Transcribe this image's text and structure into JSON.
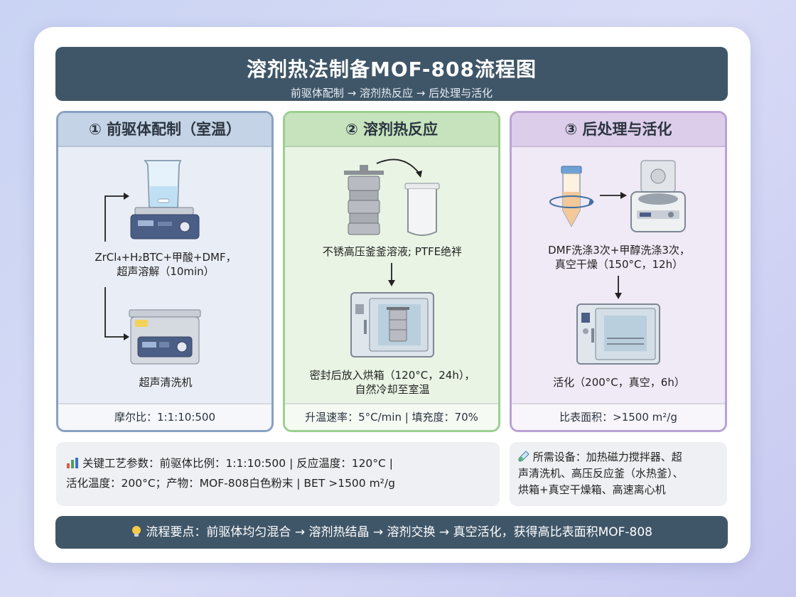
{
  "header": {
    "title": "溶剂热法制备MOF-808流程图",
    "subtitle": "前驱体配制 → 溶剂热反应 → 后处理与活化"
  },
  "panels": [
    {
      "title": "① 前驱体配制（室温）",
      "step_text_line1": "ZrCl₄+H₂BTC+甲酸+DMF，",
      "step_text_line2": "超声溶解（10min）",
      "device_label": "超声清洗机",
      "footer": "摩尔比：1:1:10:500"
    },
    {
      "title": "② 溶剂热反应",
      "step_text": "不锈高压釜釜溶液; PTFE绝袢",
      "step_text_line1": "密封后放入烘箱（120°C，24h），",
      "step_text_line2": "自然冷却至室温",
      "footer": "升温速率：5°C/min | 填充度：70%"
    },
    {
      "title": "③ 后处理与活化",
      "step_text_line1": "DMF洗涤3次+甲醇洗涤3次，",
      "step_text_line2": "真空干燥（150°C，12h）",
      "device_label": "活化（200°C，真空，6h）",
      "footer": "比表面积：>1500 m²/g"
    }
  ],
  "key_params": {
    "icon": "bar-chart-icon",
    "line1": "关键工艺参数：前驱体比例：1:1:10:500 | 反应温度：120°C |",
    "line2": "活化温度：200°C；产物：MOF-808白色粉末 | BET >1500 m²/g"
  },
  "equipment": {
    "icon": "test-tube-icon",
    "line1": "所需设备：加热磁力搅拌器、超",
    "line2": "声清洗机、高压反应釜（水热釜）、",
    "line3": "烘箱+真空干燥箱、高速离心机"
  },
  "footer_bar": {
    "icon": "lightbulb-icon",
    "text": "流程要点：前驱体均匀混合 → 溶剂热结晶 → 溶剂交换 → 真空活化，获得高比表面积MOF-808"
  },
  "colors": {
    "title_bar": "#3f5668",
    "panel1_border": "#8aa1c0",
    "panel2_border": "#9ccf91",
    "panel3_border": "#b9a2d4"
  }
}
